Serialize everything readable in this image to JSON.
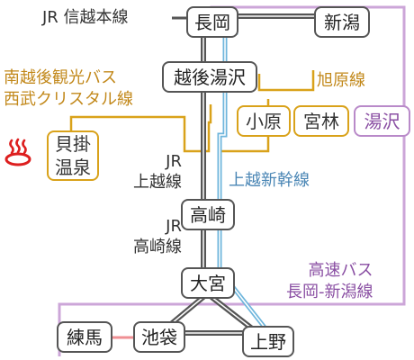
{
  "stations": {
    "nagaoka": "長岡",
    "niigata": "新潟",
    "echigo_yuzawa": "越後湯沢",
    "ohara": "小原",
    "miyabayashi": "宮林",
    "yuzawa": "湯沢",
    "kaikake_onsen": "貝掛\n温泉",
    "takasaki": "高崎",
    "omiya": "大宮",
    "nerima": "練馬",
    "ikebukuro": "池袋",
    "ueno": "上野"
  },
  "lines": {
    "jr_shinetsu": "JR 信越本線",
    "bus_minami_echigo": "南越後観光バス\n西武クリスタル線",
    "asahihara": "旭原線",
    "jr_joetsu": "JR\n上越線",
    "joetsu_shinkansen": "上越新幹線",
    "jr_takasaki": "JR\n高崎線",
    "highway_bus": "高速バス\n長岡-新潟線"
  },
  "icons": {
    "onsen": "hot-spring-icon"
  },
  "colors": {
    "jr_line": "#555555",
    "shinkansen": "#6fb6dc",
    "local_bus": "#d9a21a",
    "highway_bus": "#cca6d8",
    "seibu_line": "#ef8f93",
    "onsen_icon": "#dd1f1f"
  }
}
